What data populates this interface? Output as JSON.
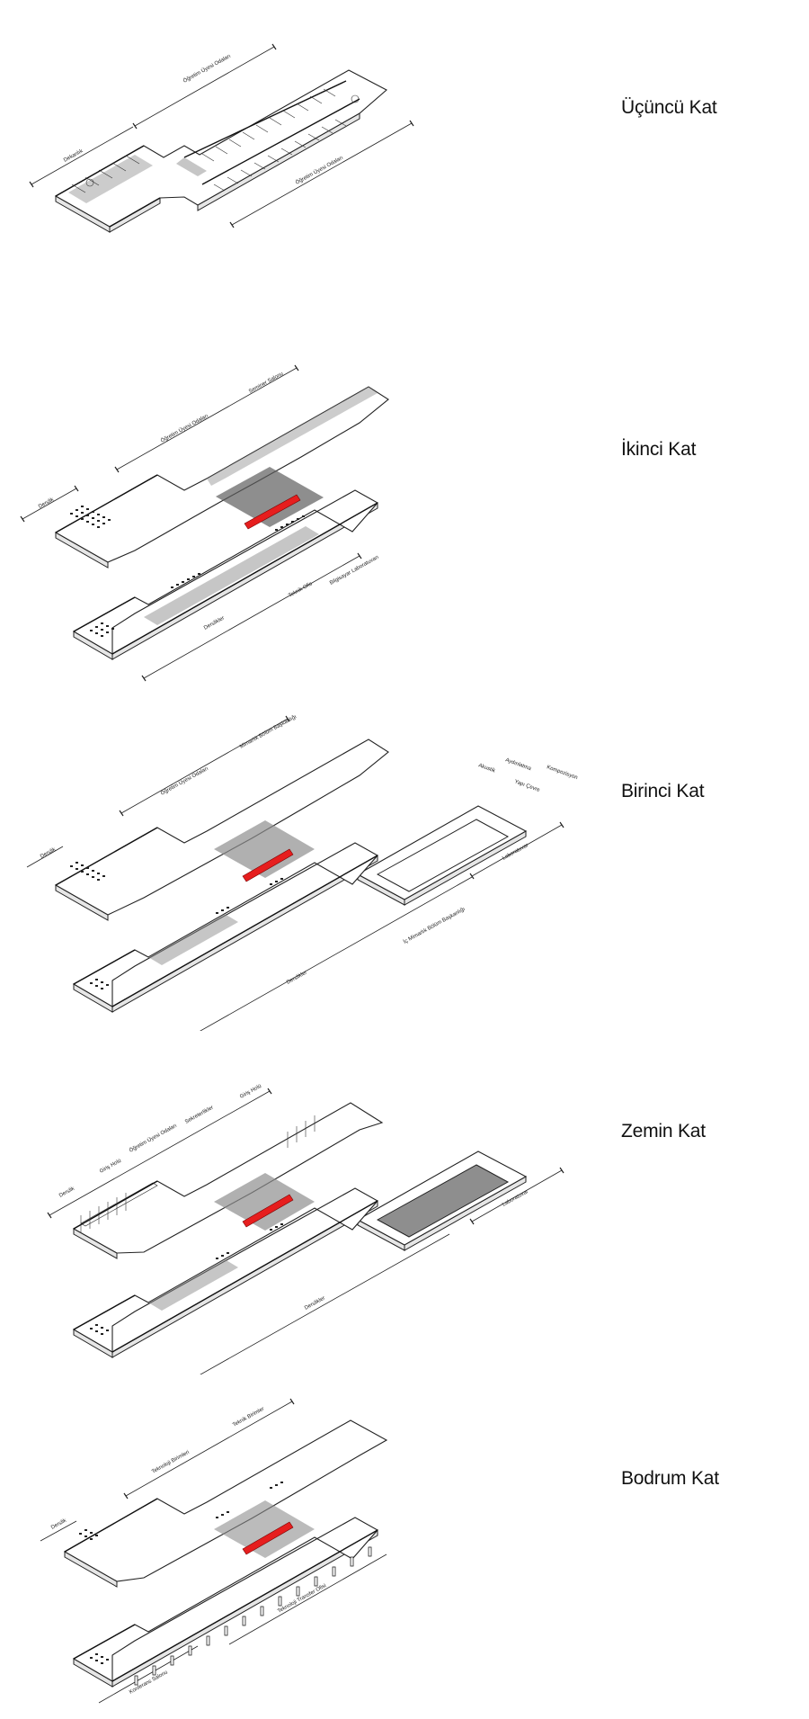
{
  "floors": [
    {
      "title": "Üçüncü Kat",
      "labels": [
        "Öğretim Üyesi Odaları",
        "Dekanlık",
        "Öğretim Üyesi Odaları"
      ]
    },
    {
      "title": "İkinci Kat",
      "labels": [
        "Seminer Salonu",
        "Öğretim Üyesi Odaları",
        "Derslik",
        "Bilgisayar Laboratuvarı",
        "Teknik Ofis",
        "Derslikler"
      ]
    },
    {
      "title": "Birinci Kat",
      "labels": [
        "Mimarlık Bölüm Başkanlığı",
        "Öğretim Üyesi Odaları",
        "Derslik",
        "Akustik",
        "Aydınlatma",
        "Yapı Çevre",
        "Kompozisyon",
        "Laboratuvar",
        "İç Mimarlık Bölüm Başkanlığı",
        "Derslikler"
      ]
    },
    {
      "title": "Zemin Kat",
      "labels": [
        "Giriş Holü",
        "Sekreterlikler",
        "Öğretim Üyesi Odaları",
        "Giriş Holü",
        "Derslik",
        "Laboratuvar",
        "Derslikler"
      ]
    },
    {
      "title": "Bodrum Kat",
      "labels": [
        "Teknik Birimler",
        "Teknoloji Birimleri",
        "Derslik",
        "Teknoloji Transfer Ofisi",
        "Konferans Salonu"
      ]
    }
  ],
  "colors": {
    "accent": "#e61e1e",
    "floor": "#8e8e8e",
    "line": "#222222"
  }
}
